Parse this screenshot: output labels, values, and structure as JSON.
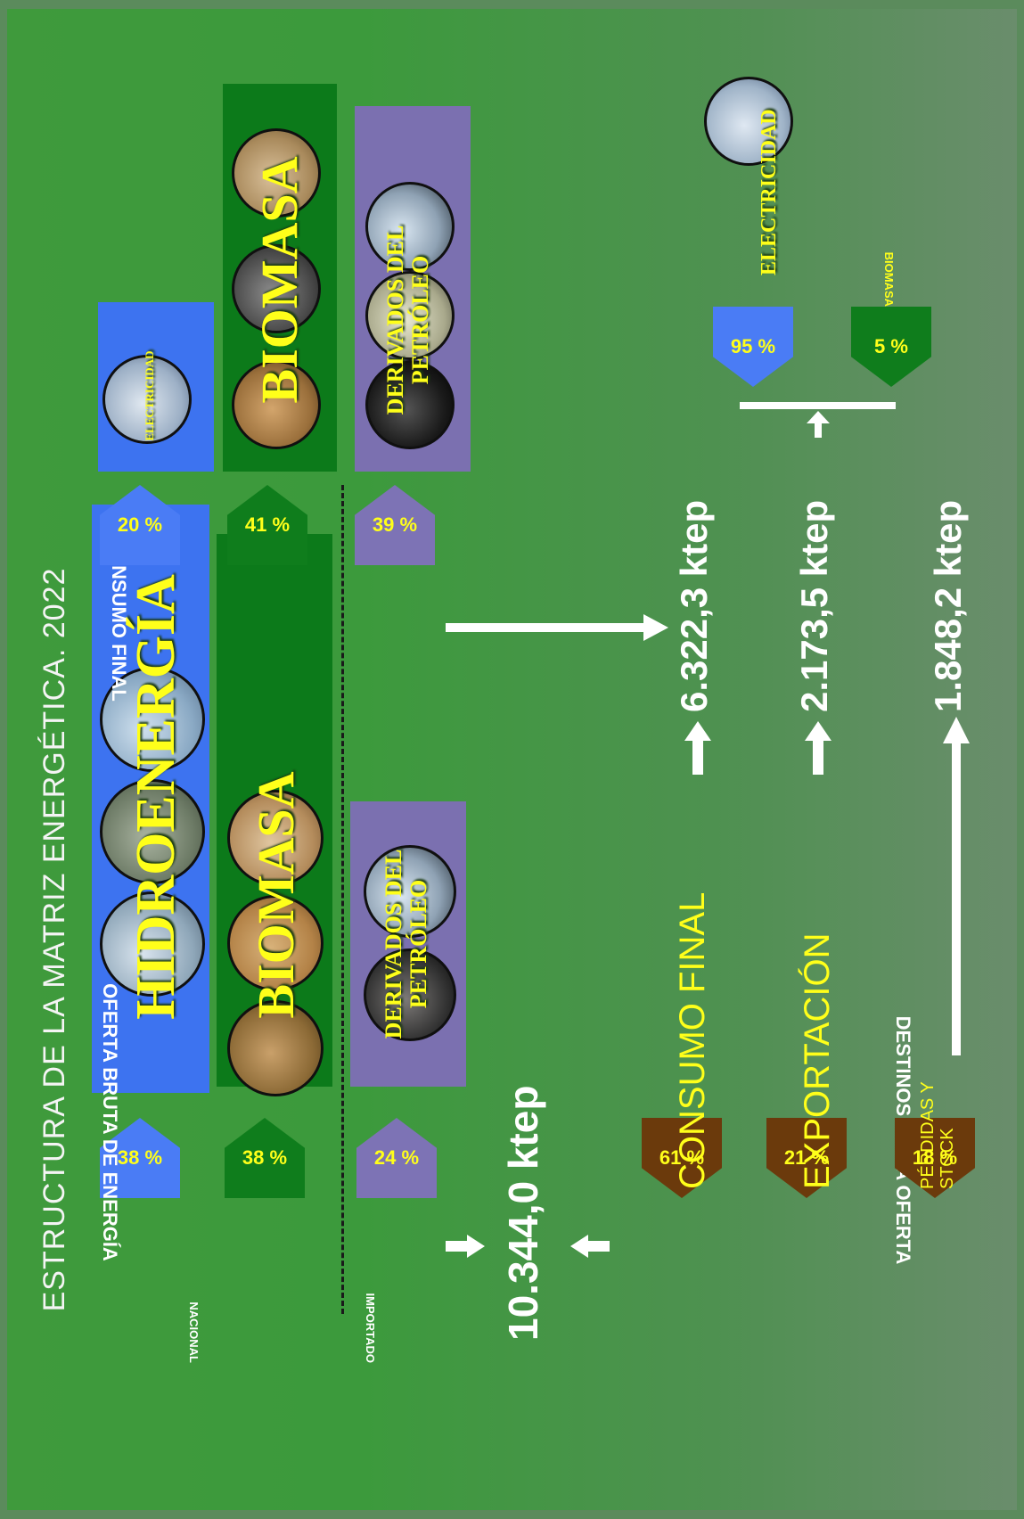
{
  "title": "ESTRUCTURA DE LA MATRIZ ENERGÉTICA. 2022",
  "oferta": {
    "label": "OFERTA BRUTA DE ENERGÍA",
    "nacional": "NACIONAL",
    "importado": "IMPORTADO",
    "total": "10.344,0 ktep",
    "items": [
      {
        "pct": "38 %",
        "name": "HIDROENERGÍA",
        "color": "#3d73f0",
        "arrow": "#4a7cf5"
      },
      {
        "pct": "38 %",
        "name": "BIOMASA",
        "color": "#0c7a1a",
        "arrow": "#0f7d1c"
      },
      {
        "pct": "24 %",
        "name": "DERIVADOS DEL PETRÓLEO",
        "color": "#7b70b0",
        "arrow": "#7d73b5"
      }
    ]
  },
  "consumo": {
    "label": "CONSUMO FINAL",
    "items": [
      {
        "pct": "20 %",
        "name": "ELECTRICIDAD",
        "color": "#3d73f0",
        "arrow": "#4a7cf5"
      },
      {
        "pct": "41 %",
        "name": "BIOMASA",
        "color": "#0c7a1a",
        "arrow": "#0f7d1c"
      },
      {
        "pct": "39 %",
        "name": "DERIVADOS DEL PETRÓLEO",
        "color": "#7b70b0",
        "arrow": "#7d73b5"
      }
    ]
  },
  "destinos": {
    "label": "DESTINOS DE LA OFERTA",
    "items": [
      {
        "pct": "61 %",
        "name": "CONSUMO FINAL",
        "value": "6.322,3 ktep"
      },
      {
        "pct": "21 %",
        "name": "EXPORTACIÓN",
        "value": "2.173,5 ktep"
      },
      {
        "pct": "18 %",
        "name": "PÉRDIDAS Y STOCK",
        "value": "1.848,2 ktep"
      }
    ],
    "arrow_color": "#6b3a0c"
  },
  "exportacion": {
    "items": [
      {
        "pct": "95 %",
        "name": "ELECTRICIDAD",
        "color": "#3d73f0"
      },
      {
        "pct": "5 %",
        "name": "BIOMASA",
        "color": "#0c7a1a"
      }
    ]
  }
}
